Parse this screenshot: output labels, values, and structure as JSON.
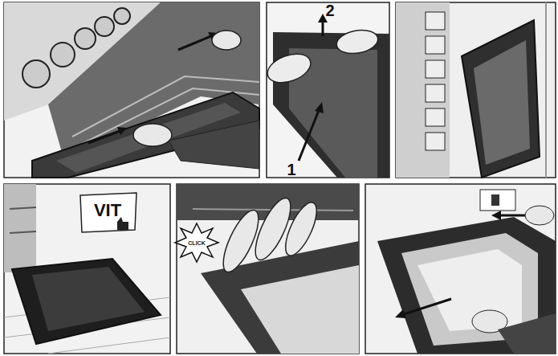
{
  "diagram": {
    "labels": [
      "2",
      "1",
      "VIT",
      "CLICK"
    ]
  }
}
